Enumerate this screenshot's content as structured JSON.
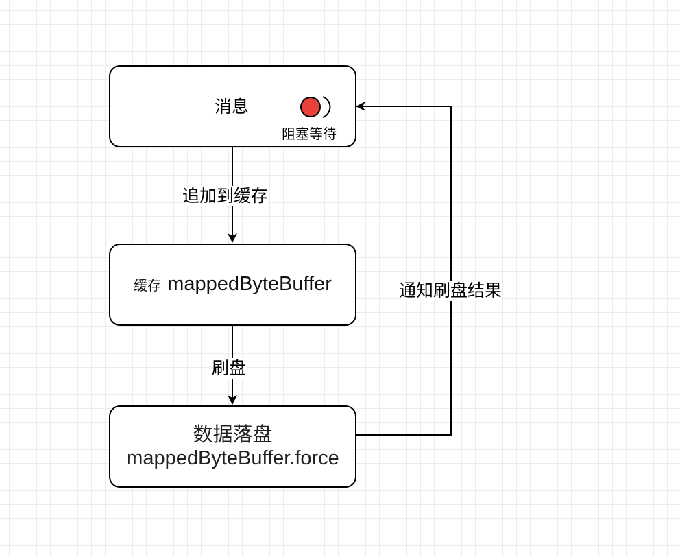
{
  "nodes": {
    "message": {
      "label": "消息",
      "badge_label": "阻塞等待"
    },
    "buffer": {
      "prefix": "缓存",
      "label": "mappedByteBuffer"
    },
    "disk": {
      "line1": "数据落盘",
      "line2": "mappedByteBuffer.force"
    }
  },
  "edges": {
    "append": "追加到缓存",
    "flush": "刷盘",
    "notify": "通知刷盘结果"
  },
  "colors": {
    "wait_dot": "#e8403a",
    "stroke": "#000000"
  },
  "icons": {
    "wait_indicator": "red-dot-with-arc-icon"
  }
}
